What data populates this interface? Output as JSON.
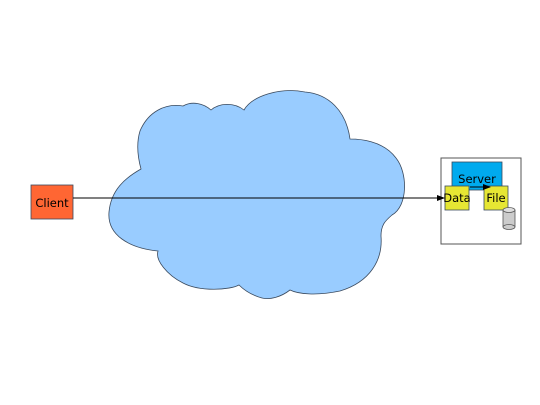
{
  "diagram": {
    "nodes": {
      "client": {
        "label": "Client"
      },
      "server": {
        "label": "Server"
      },
      "data": {
        "label": "Data"
      },
      "file": {
        "label": "File"
      }
    },
    "colors": {
      "background": "#ffffff",
      "cloud_fill": "#99ccff",
      "cloud_stroke": "#3a4a5e",
      "client_fill": "#ff6633",
      "server_fill": "#00aaee",
      "data_file_fill": "#e6e633",
      "cylinder_fill": "#cccccc",
      "line": "#000000"
    }
  }
}
